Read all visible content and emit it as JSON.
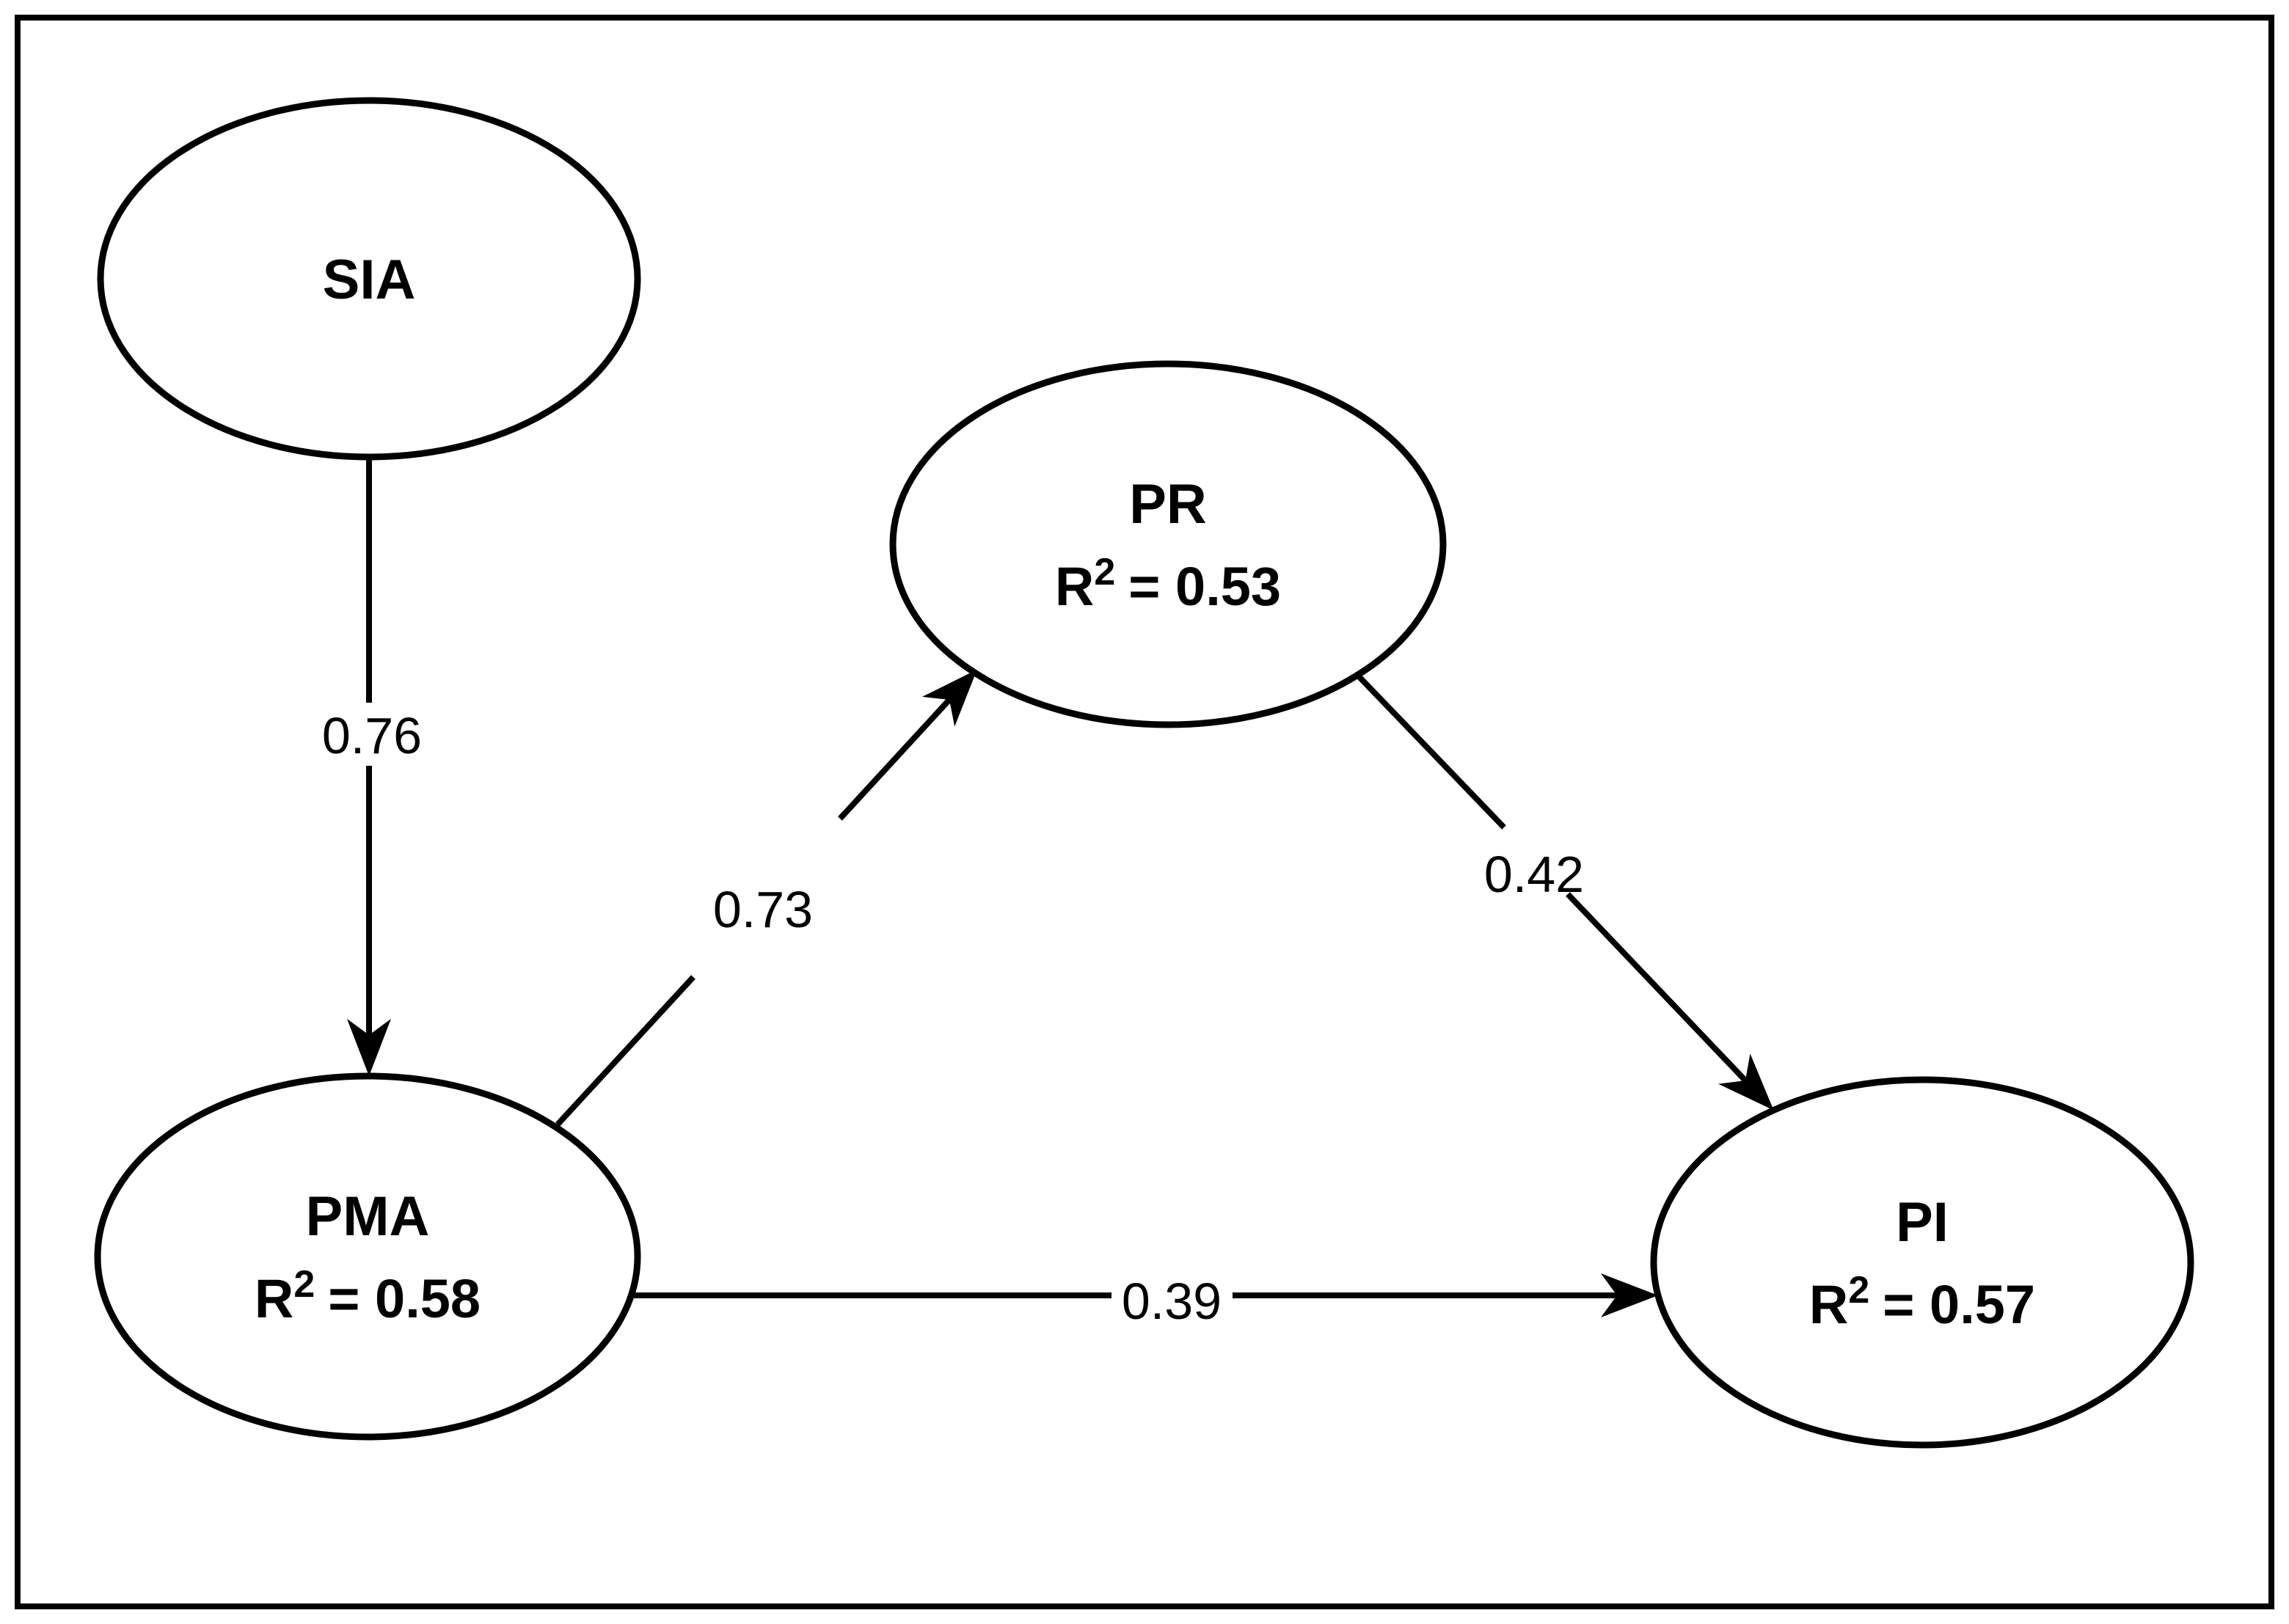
{
  "figure": {
    "kind": "structural-model-path-diagram",
    "colors": {
      "stroke": "#000000",
      "background": "#ffffff"
    },
    "nodes": [
      {
        "id": "SIA",
        "label": "SIA"
      },
      {
        "id": "PR",
        "label": "PR",
        "r2_base": "R",
        "r2_sup": "2",
        "r2_eq": "= 0.53"
      },
      {
        "id": "PMA",
        "label": "PMA",
        "r2_base": "R",
        "r2_sup": "2",
        "r2_eq": "= 0.58"
      },
      {
        "id": "PI",
        "label": "PI",
        "r2_base": "R",
        "r2_sup": "2",
        "r2_eq": "= 0.57"
      }
    ],
    "edges": [
      {
        "from": "SIA",
        "to": "PMA",
        "weight": "0.76"
      },
      {
        "from": "PMA",
        "to": "PR",
        "weight": "0.73"
      },
      {
        "from": "PR",
        "to": "PI",
        "weight": "0.42"
      },
      {
        "from": "PMA",
        "to": "PI",
        "weight": "0.39"
      }
    ]
  }
}
